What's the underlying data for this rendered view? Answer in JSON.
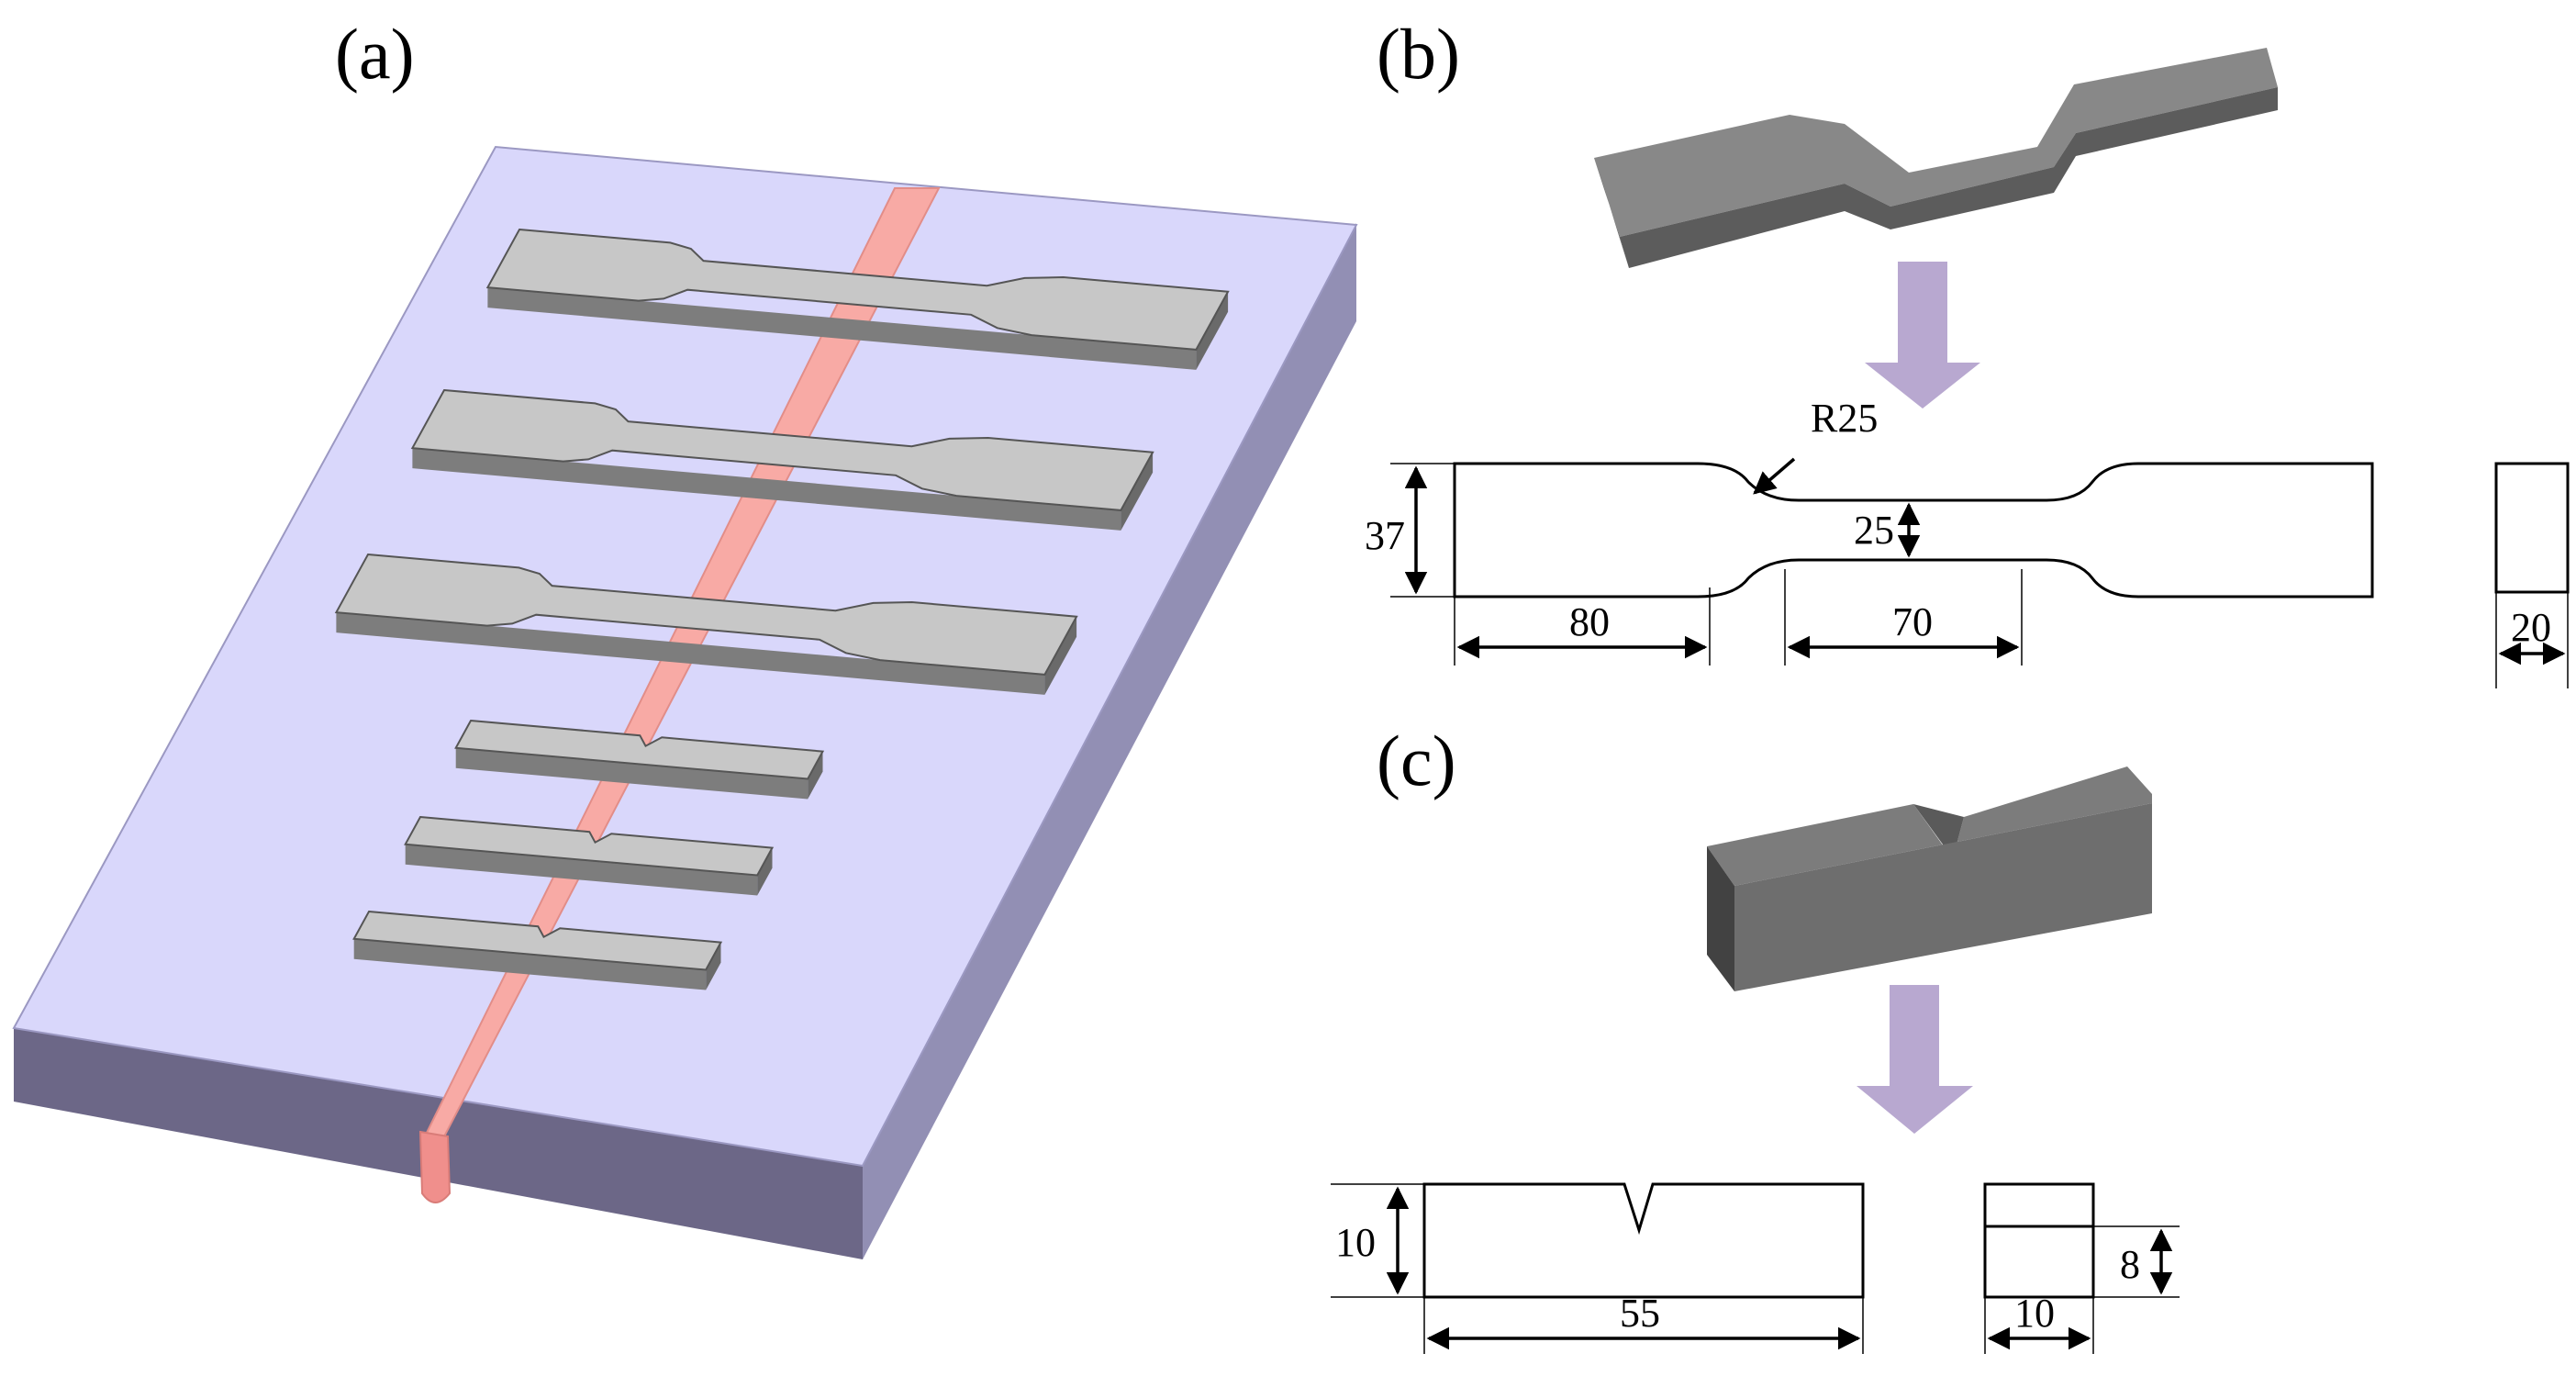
{
  "panels": {
    "a": {
      "label": "(a)"
    },
    "b": {
      "label": "(b)",
      "radius_label": "R25",
      "dims": {
        "height": "37",
        "neck_width": "25",
        "grip_length": "80",
        "gauge_length": "70",
        "thickness": "20"
      }
    },
    "c": {
      "label": "(c)",
      "dims": {
        "height": "10",
        "length": "55",
        "width": "10",
        "below_notch": "8"
      }
    }
  },
  "colors": {
    "plate_top": "#d9d7fb",
    "plate_front": "#6c6787",
    "plate_side": "#928fb4",
    "weld_seam": "#f8aaa5",
    "specimen_top": "#c7c7c7",
    "specimen_side": "#7d7d7d",
    "arrow": "#b8a8d0"
  }
}
